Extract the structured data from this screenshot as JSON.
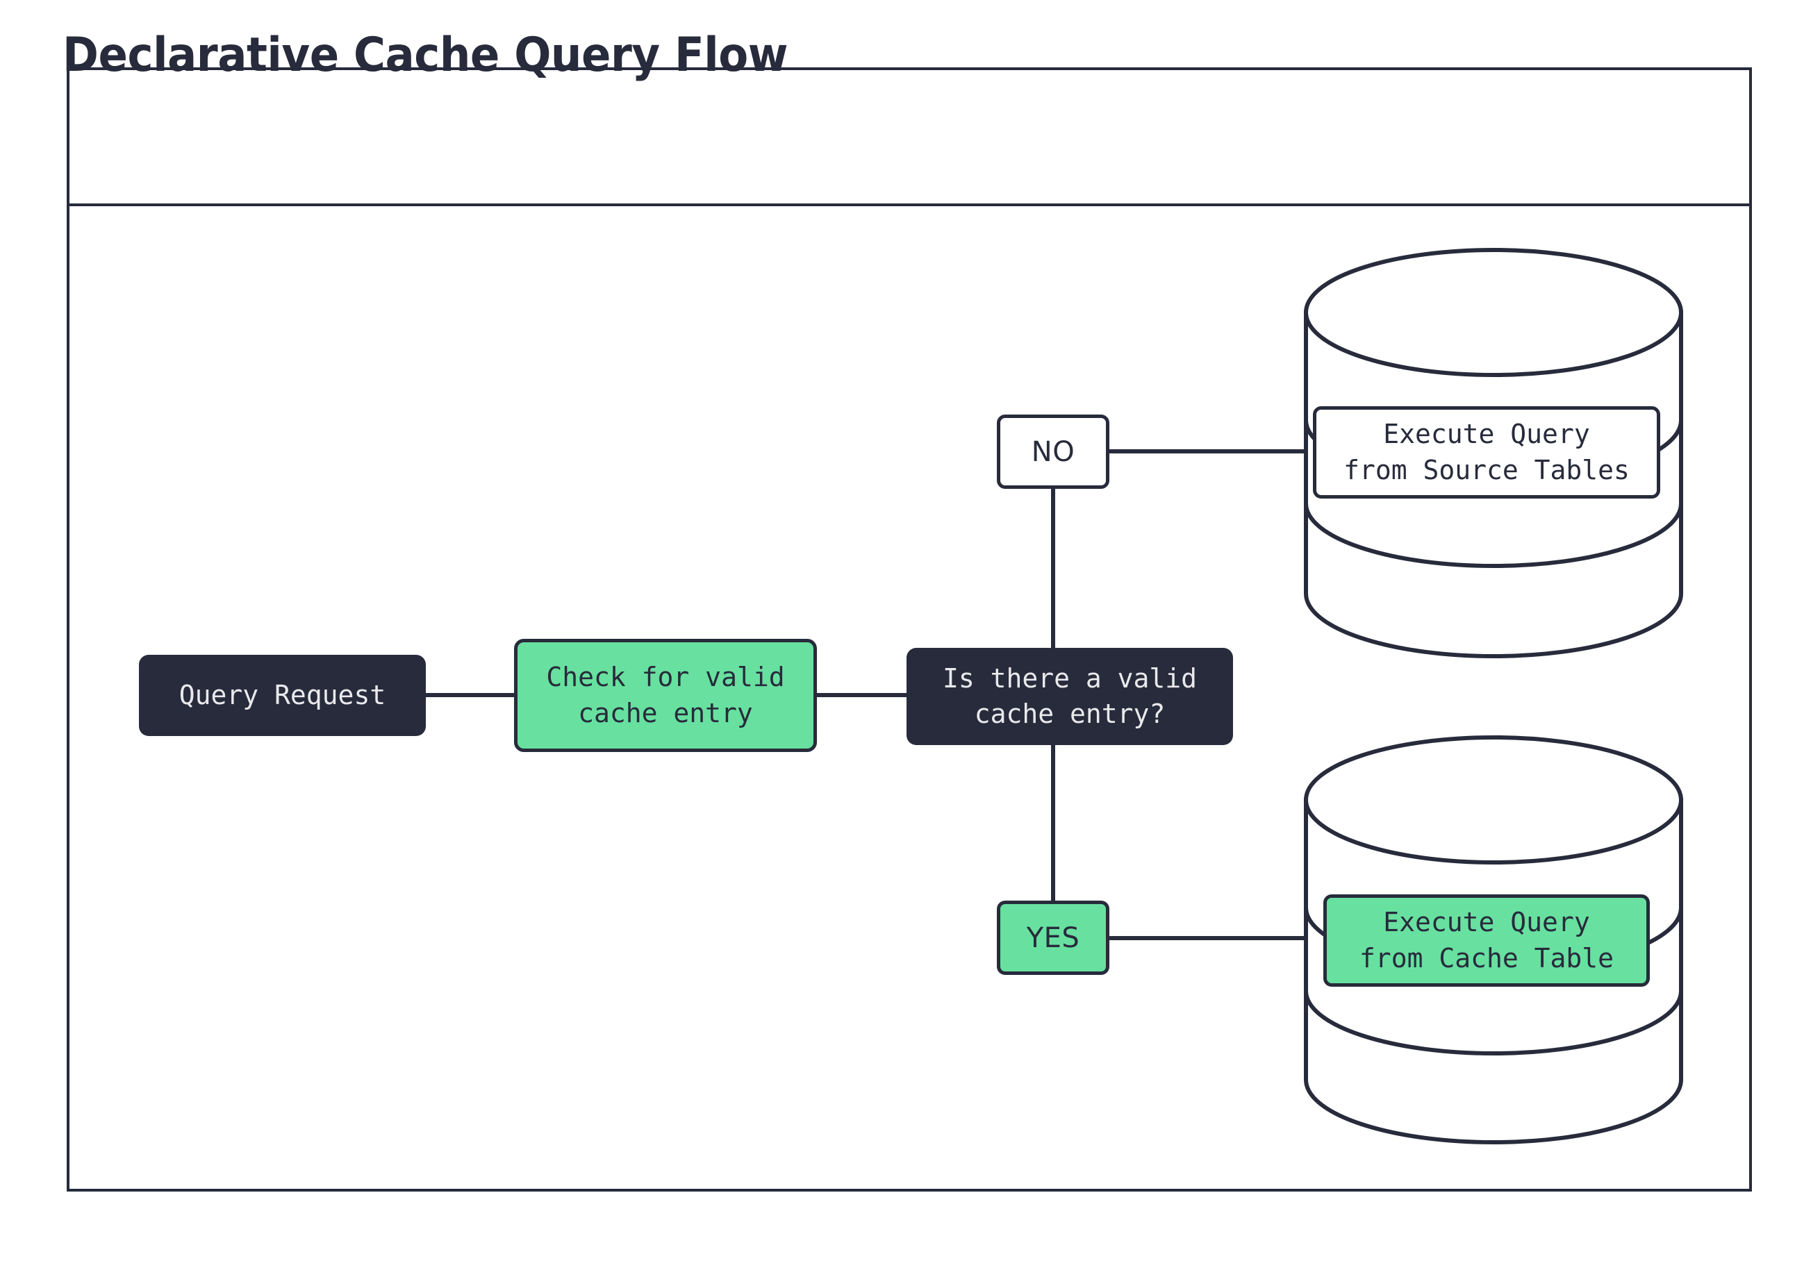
{
  "diagram": {
    "title": "Declarative Cache Query Flow",
    "colors": {
      "ink": "#272b3b",
      "accent_green": "#68e0a0",
      "surface": "#ffffff",
      "dark_text": "#e9e9ec"
    },
    "nodes": {
      "query_request": "Query Request",
      "check_cache": "Check for valid\ncache entry",
      "decision": "Is there a valid\ncache entry?",
      "branch_no": "NO",
      "branch_yes": "YES",
      "source_tables": "Execute Query\nfrom Source Tables",
      "cache_table": "Execute Query\nfrom Cache Table"
    },
    "edges": [
      {
        "from": "query_request",
        "to": "check_cache",
        "label": ""
      },
      {
        "from": "check_cache",
        "to": "decision",
        "label": ""
      },
      {
        "from": "decision",
        "to": "source_tables",
        "label": "NO"
      },
      {
        "from": "decision",
        "to": "cache_table",
        "label": "YES"
      }
    ],
    "shapes": {
      "source_store": "database-cylinder",
      "cache_store": "database-cylinder"
    }
  }
}
